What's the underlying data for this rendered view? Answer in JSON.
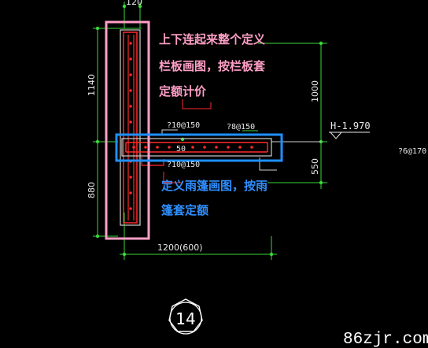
{
  "diagram": {
    "annotation_pink_lines": [
      "上下连起来整个定义",
      "栏板画图，按栏板套",
      "定额计价"
    ],
    "annotation_blue_lines": [
      "定义雨篷画图，按雨",
      "篷套定额"
    ],
    "dimensions": {
      "top_width": "120",
      "upper_height": "1140",
      "lower_height": "880",
      "bottom_width": "1200(600)",
      "right_upper": "1000",
      "right_lower": "550"
    },
    "rebar_labels": {
      "left_top": "?10@150",
      "right_top": "?8@150",
      "under": "?10@150",
      "far_right": "?6@170",
      "mid": "50"
    },
    "level_mark": "H-1.970",
    "detail_number": "14",
    "watermark": "86zjr.com",
    "colors": {
      "background": "#000000",
      "pink_box": "#ff9fc6",
      "blue_box": "#1e90ff",
      "rebar_red": "#ff2a2a",
      "dimension_green": "#39d839",
      "text_white": "#e8e8e8"
    }
  }
}
